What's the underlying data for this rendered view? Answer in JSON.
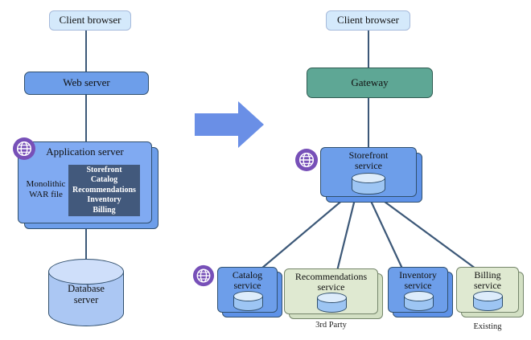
{
  "diagram": {
    "left_column": {
      "client_browser_label": "Client browser",
      "web_server_label": "Web server",
      "app_server": {
        "title": "Application server",
        "war_label": "Monolithic WAR file",
        "modules": [
          "Storefront",
          "Catalog",
          "Recommendations",
          "Inventory",
          "Billing"
        ]
      },
      "database_label": "Database server"
    },
    "right_column": {
      "client_browser_label": "Client browser",
      "gateway_label": "Gateway",
      "storefront_label": "Storefront service",
      "services": [
        {
          "label": "Catalog service",
          "style": "blue",
          "note": ""
        },
        {
          "label": "Recommendations service",
          "style": "green",
          "note": "3rd Party"
        },
        {
          "label": "Inventory service",
          "style": "blue",
          "note": ""
        },
        {
          "label": "Billing service",
          "style": "green",
          "note": "Existing"
        }
      ]
    },
    "icons": {
      "globe": "globe-icon"
    },
    "colors": {
      "node_blue": "#6d9eea",
      "node_blue_light": "#80aaf2",
      "client_browser_fill": "#d4e9fb",
      "gateway_teal": "#5ea795",
      "service_green": "#dfe9d1",
      "inner_module_box": "#42597c",
      "cylinder_body": "#9dc5f3",
      "cylinder_top": "#ddecfb",
      "connector": "#3c5878",
      "transform_arrow": "#6a8fe6",
      "globe_purple": "#7750b8",
      "border_dark": "#31506e"
    }
  }
}
